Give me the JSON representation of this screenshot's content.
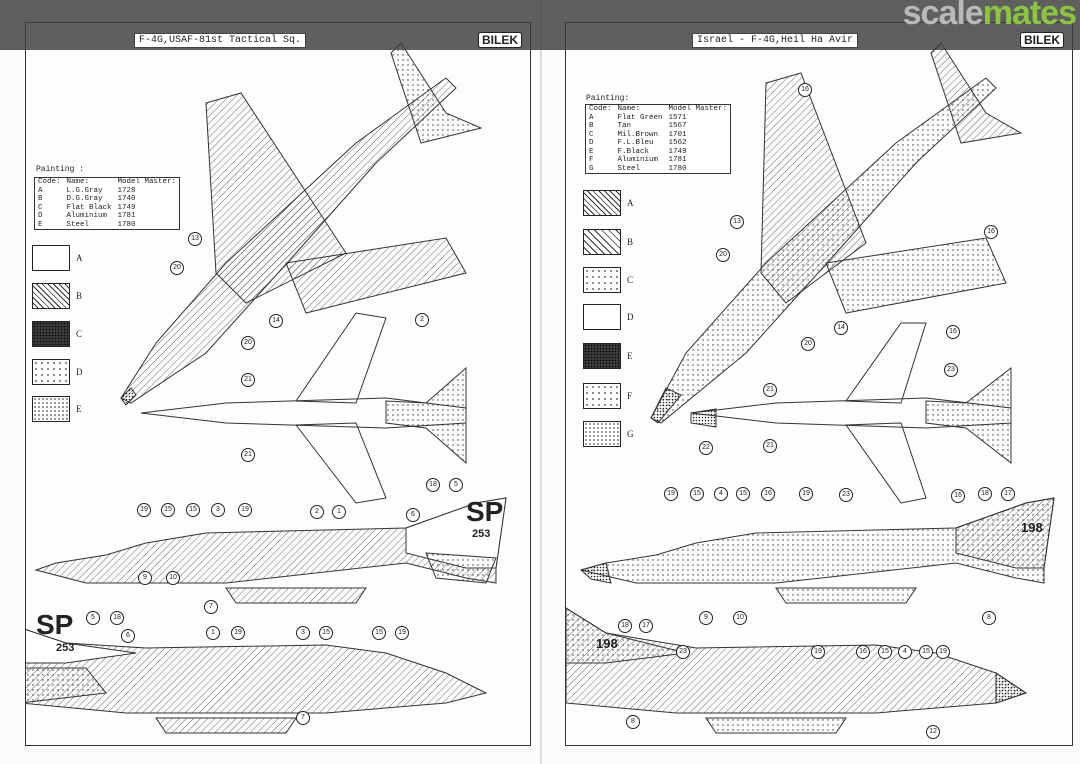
{
  "watermark": {
    "part1": "scale",
    "part2": "mates"
  },
  "left_sheet": {
    "title": "F-4G,USAF-81st Tactical Sq.",
    "brand": "BILEK",
    "painting_label": "Painting :",
    "table_headers": [
      "Code:",
      "Name:",
      "Model Master:"
    ],
    "paints": [
      {
        "code": "A",
        "name": "L.G.Gray",
        "mm": "1728"
      },
      {
        "code": "B",
        "name": "D.G.Gray",
        "mm": "1740"
      },
      {
        "code": "C",
        "name": "Flat Black",
        "mm": "1749"
      },
      {
        "code": "D",
        "name": "Aluminium",
        "mm": "1781"
      },
      {
        "code": "E",
        "name": "Steel",
        "mm": "1780"
      }
    ],
    "tail_code": "SP",
    "serial": "253",
    "callouts": [
      "13",
      "20",
      "14",
      "20",
      "2",
      "21",
      "21",
      "19",
      "15",
      "15",
      "3",
      "19",
      "2",
      "1",
      "6",
      "18",
      "5",
      "9",
      "10",
      "7",
      "5",
      "18",
      "6",
      "1",
      "19",
      "3",
      "15",
      "15",
      "19",
      "7"
    ]
  },
  "right_sheet": {
    "title": "Israel - F-4G,Heil Ha Avir",
    "brand": "BILEK",
    "painting_label": "Painting:",
    "table_headers": [
      "Code:",
      "Name:",
      "Model Master:"
    ],
    "paints": [
      {
        "code": "A",
        "name": "Flat Green",
        "mm": "1571"
      },
      {
        "code": "B",
        "name": "Tan",
        "mm": "1567"
      },
      {
        "code": "C",
        "name": "Mil.Brown",
        "mm": "1701"
      },
      {
        "code": "D",
        "name": "F.L.Bleu",
        "mm": "1562"
      },
      {
        "code": "E",
        "name": "F.Black",
        "mm": "1749"
      },
      {
        "code": "F",
        "name": "Aluminium",
        "mm": "1781"
      },
      {
        "code": "G",
        "name": "Steel",
        "mm": "1780"
      }
    ],
    "serial": "198",
    "callouts": [
      "16",
      "13",
      "16",
      "20",
      "14",
      "20",
      "16",
      "21",
      "23",
      "22",
      "21",
      "16",
      "19",
      "15",
      "4",
      "15",
      "16",
      "19",
      "23",
      "18",
      "17",
      "9",
      "10",
      "8",
      "18",
      "17",
      "23",
      "19",
      "16",
      "15",
      "4",
      "15",
      "19",
      "12",
      "8"
    ]
  }
}
